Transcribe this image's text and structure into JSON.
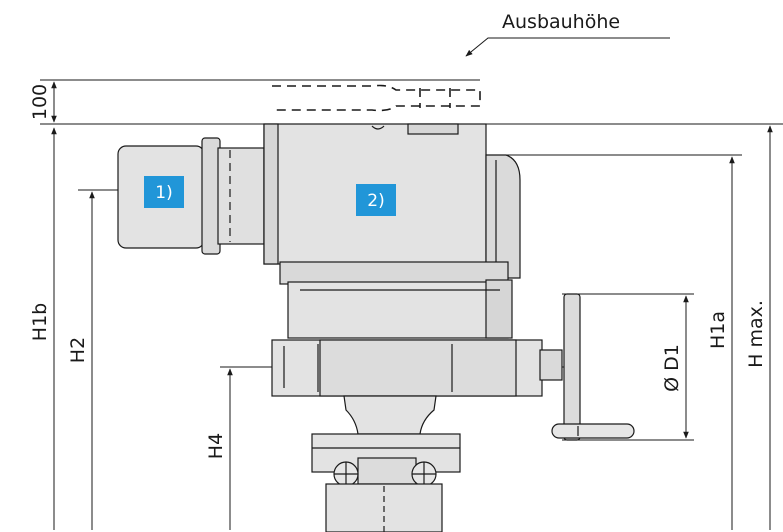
{
  "labels": {
    "removal_height": "Ausbauhöhe",
    "clearance": "100",
    "h1b": "H1b",
    "h2": "H2",
    "h4": "H4",
    "d1": "Ø D1",
    "h1a": "H1a",
    "hmax": "H max."
  },
  "callouts": {
    "motor": "1)",
    "body": "2)"
  },
  "colors": {
    "line": "#1a1a1a",
    "body_fill": "#e3e3e3",
    "body_shade": "#cfcfcf",
    "callout": "#2196d8"
  }
}
